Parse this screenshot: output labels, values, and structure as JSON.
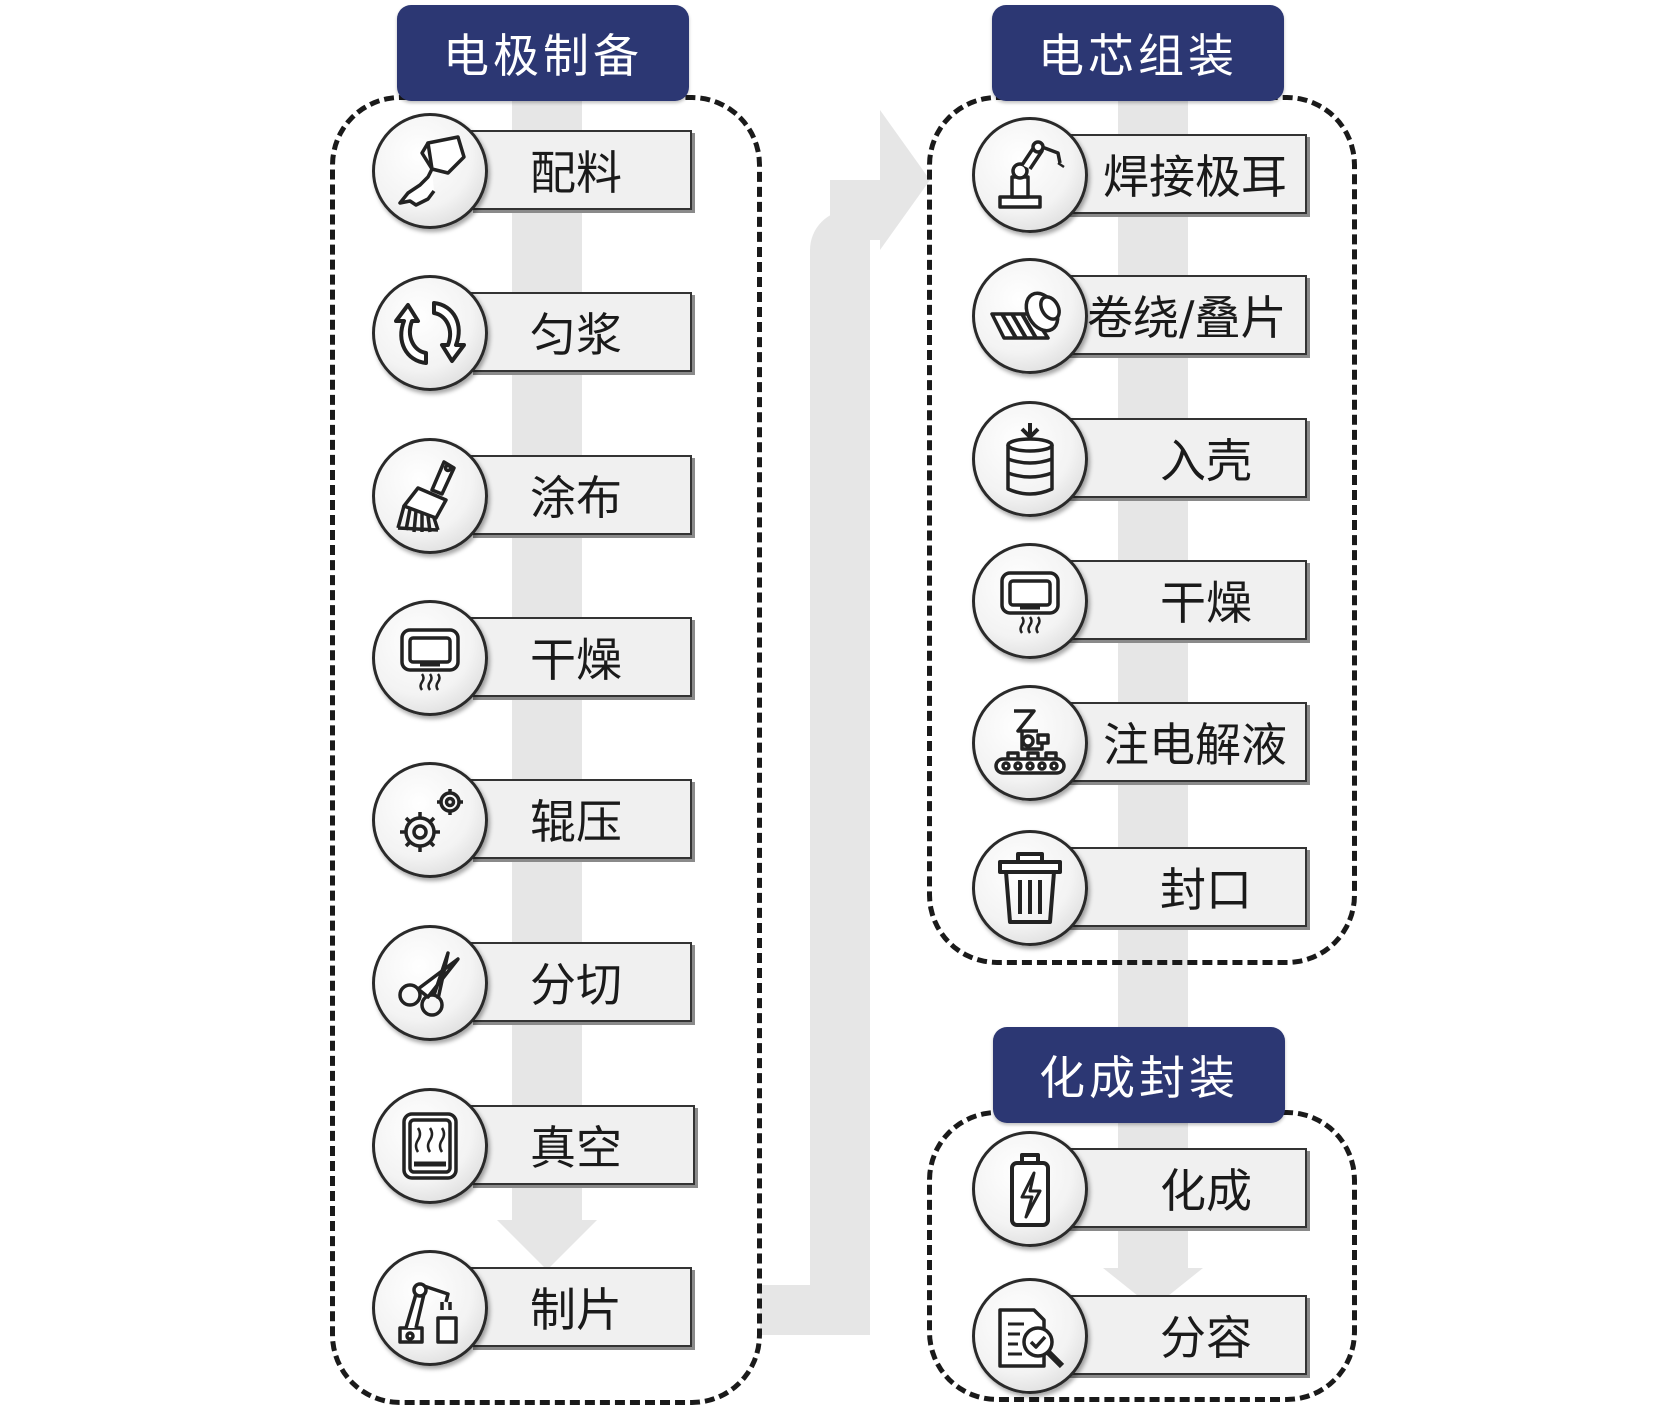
{
  "groups": [
    {
      "title": "电极制备",
      "steps": [
        {
          "label": "配料",
          "icon": "pouring-icon"
        },
        {
          "label": "匀浆",
          "icon": "cycle-arrows-icon"
        },
        {
          "label": "涂布",
          "icon": "brush-icon"
        },
        {
          "label": "干燥",
          "icon": "dryer-icon"
        },
        {
          "label": "辊压",
          "icon": "gears-icon"
        },
        {
          "label": "分切",
          "icon": "scissors-icon"
        },
        {
          "label": "真空",
          "icon": "vacuum-oven-icon"
        },
        {
          "label": "制片",
          "icon": "robot-arm-icon"
        }
      ]
    },
    {
      "title": "电芯组装",
      "steps": [
        {
          "label": "焊接极耳",
          "icon": "welding-robot-icon"
        },
        {
          "label": "卷绕/叠片",
          "icon": "winding-roll-icon"
        },
        {
          "label": "入壳",
          "icon": "cell-casing-icon"
        },
        {
          "label": "干燥",
          "icon": "dryer-icon"
        },
        {
          "label": "注电解液",
          "icon": "electrolyte-filling-icon"
        },
        {
          "label": "封口",
          "icon": "sealing-bin-icon"
        }
      ]
    },
    {
      "title": "化成封装",
      "steps": [
        {
          "label": "化成",
          "icon": "battery-charge-icon"
        },
        {
          "label": "分容",
          "icon": "inspection-icon"
        }
      ]
    }
  ],
  "colors": {
    "header_bg": "#2c3773",
    "header_text": "#ffffff",
    "flow_arrow": "#e6e6e6",
    "step_bg": "#f0f0f0"
  }
}
